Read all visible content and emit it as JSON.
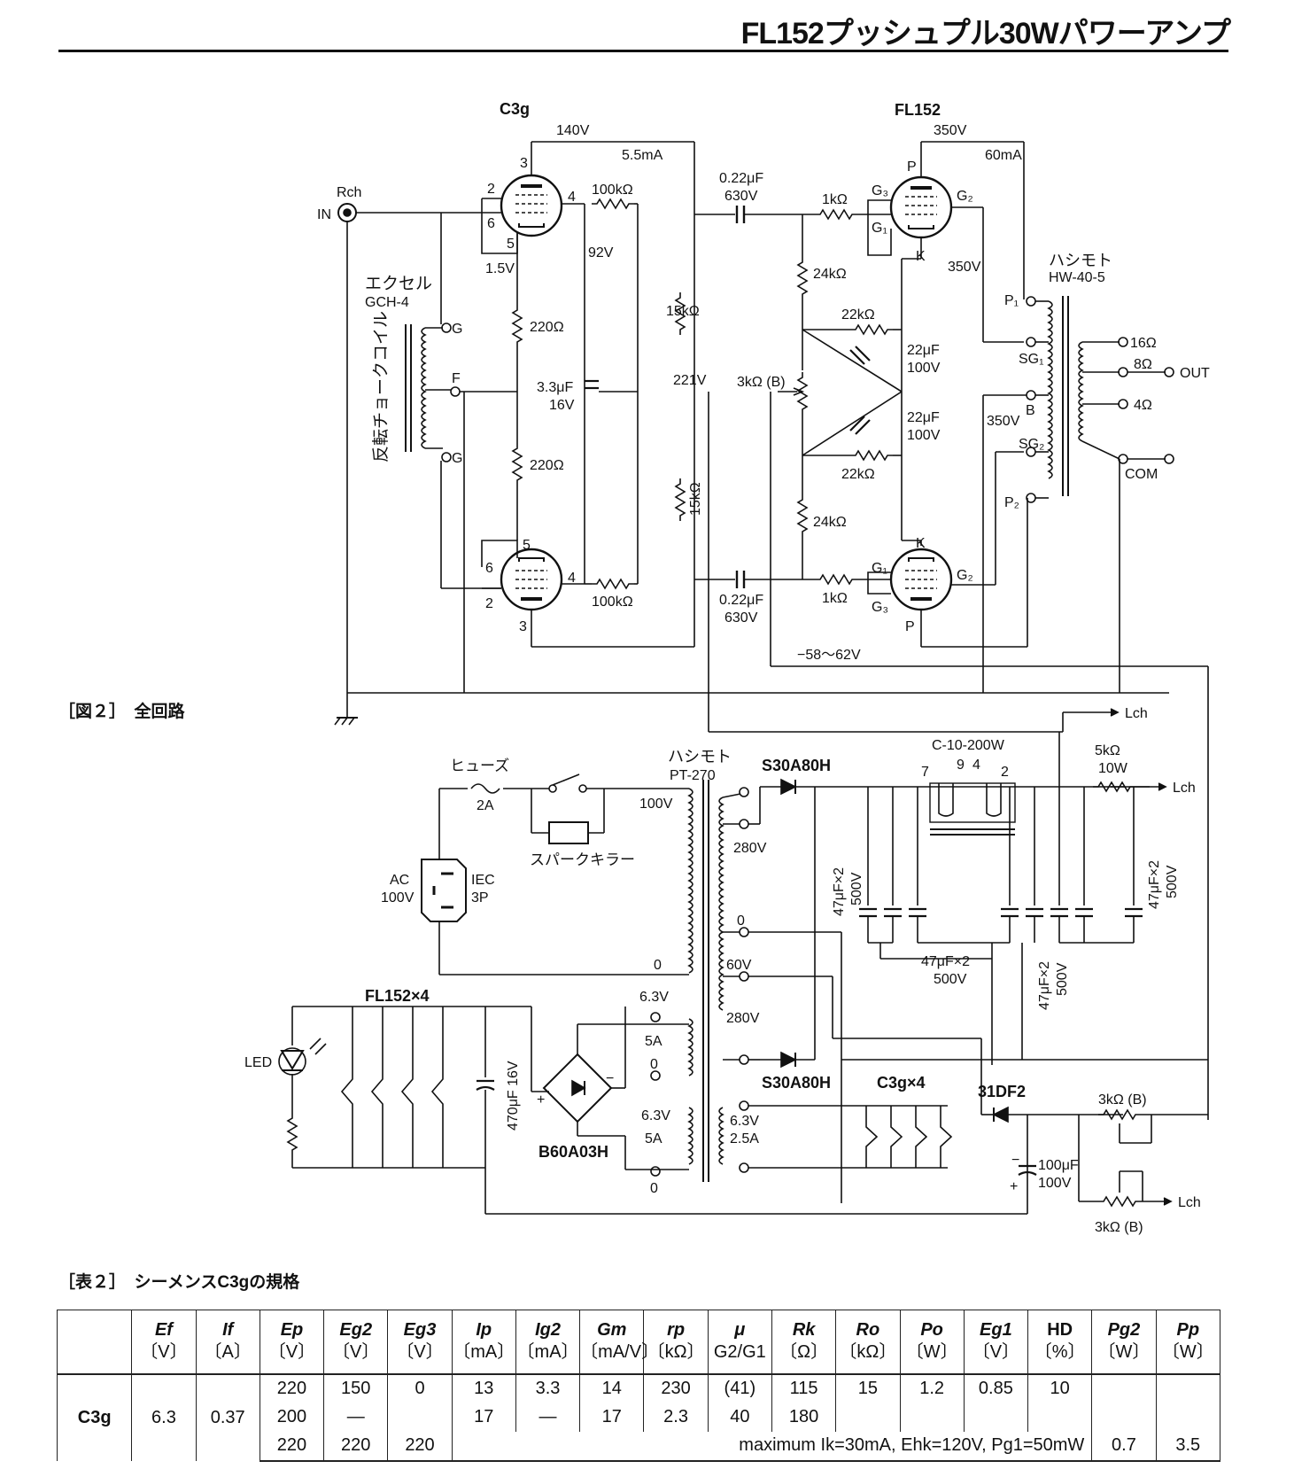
{
  "page": {
    "title": "FL152プッシュプル30Wパワーアンプ",
    "figure_caption": "［図２］　全回路",
    "table_caption": "［表２］　シーメンスC3gの規格"
  },
  "amp": {
    "tubes": {
      "c3g": "C3g",
      "fl152": "FL152"
    },
    "pins": {
      "p3": "3",
      "p2": "2",
      "p6": "6",
      "p4": "4",
      "p5": "5",
      "p": "P",
      "k": "K",
      "g1": "G₁",
      "g2": "G₂",
      "g3": "G₃"
    },
    "input": {
      "rch": "Rch",
      "in": "IN"
    },
    "choke": {
      "maker": "エクセル",
      "model": "GCH-4",
      "name": "反転チョークコイル",
      "tap_g": "G",
      "tap_f": "F"
    },
    "voltages": {
      "v140": "140V",
      "i55": "5.5mA",
      "v92": "92V",
      "v15": "1.5V",
      "v221": "221V",
      "v350": "350V",
      "i60": "60mA",
      "bias": "−58〜62V"
    },
    "parts": {
      "r100k": "100kΩ",
      "r220": "220Ω",
      "c33u": "3.3μF",
      "v16": "16V",
      "r15k": "15kΩ",
      "c022": "0.22μF",
      "v630": "630V",
      "r1k": "1kΩ",
      "r24k": "24kΩ",
      "r22k": "22kΩ",
      "c22u": "22μF",
      "v100": "100V",
      "pot3k": "3kΩ (B)"
    },
    "opt": {
      "maker": "ハシモト",
      "model": "HW-40-5",
      "p1": "P₁",
      "sg1": "SG₁",
      "b": "B",
      "sg2": "SG₂",
      "p2": "P₂",
      "t16": "16Ω",
      "t8": "8Ω",
      "t4": "4Ω",
      "out": "OUT",
      "com": "COM"
    },
    "lch": "Lch"
  },
  "psu": {
    "fuse": "ヒューズ",
    "fuse_rating": "2A",
    "spark_killer": "スパークキラー",
    "ac": "AC",
    "ac_v": "100V",
    "iec": "IEC",
    "iec_3p": "3P",
    "pt_maker": "ハシモト",
    "pt_model": "PT-270",
    "pri_100v": "100V",
    "pri_0": "0",
    "sec_280v": "280V",
    "sec_0": "0",
    "sec_60v": "60V",
    "h_63v": "6.3V",
    "h_5a": "5A",
    "h_0": "0",
    "h_25a": "2.5A",
    "diode": "S30A80H",
    "choke": "C-10-200W",
    "choke_pins": {
      "p7": "7",
      "p9": "9",
      "p4": "4",
      "p2": "2"
    },
    "cap_47x2": "47μF×2",
    "cap_500v": "500V",
    "r5k": "5kΩ",
    "r10w": "10W",
    "led": "LED",
    "fl152x4": "FL152×4",
    "c3gx4": "C3g×4",
    "cap_470": "470μF 16V",
    "bridge": "B60A03H",
    "diode31": "31DF2",
    "cap_100": "100μF",
    "cap_100v": "100V",
    "pot3k": "3kΩ (B)",
    "lch": "Lch"
  },
  "spec_table": {
    "header": [
      {
        "sym": "",
        "unit": ""
      },
      {
        "sym": "Ef",
        "unit": "〔V〕"
      },
      {
        "sym": "If",
        "unit": "〔A〕"
      },
      {
        "sym": "Ep",
        "unit": "〔V〕"
      },
      {
        "sym": "Eg2",
        "unit": "〔V〕"
      },
      {
        "sym": "Eg3",
        "unit": "〔V〕"
      },
      {
        "sym": "Ip",
        "unit": "〔mA〕"
      },
      {
        "sym": "Ig2",
        "unit": "〔mA〕"
      },
      {
        "sym": "Gm",
        "unit": "〔mA/V〕"
      },
      {
        "sym": "rp",
        "unit": "〔kΩ〕"
      },
      {
        "sym": "μ",
        "unit": "G2/G1"
      },
      {
        "sym": "Rk",
        "unit": "〔Ω〕"
      },
      {
        "sym": "Ro",
        "unit": "〔kΩ〕"
      },
      {
        "sym": "Po",
        "unit": "〔W〕"
      },
      {
        "sym": "Eg1",
        "unit": "〔V〕"
      },
      {
        "sym": "HD",
        "unit": "〔%〕"
      },
      {
        "sym": "Pg2",
        "unit": "〔W〕"
      },
      {
        "sym": "Pp",
        "unit": "〔W〕"
      }
    ],
    "tube": "C3g",
    "ef": "6.3",
    "if": "0.37",
    "row1": [
      "220",
      "150",
      "0",
      "13",
      "3.3",
      "14",
      "230",
      "(41)",
      "115",
      "15",
      "1.2",
      "0.85",
      "10",
      "",
      ""
    ],
    "row2": [
      "200",
      "—",
      "",
      "17",
      "—",
      "17",
      "2.3",
      "40",
      "180",
      "",
      "",
      "",
      "",
      "",
      ""
    ],
    "row3_ep": "220",
    "row3_eg2": "220",
    "row3_eg3": "220",
    "maximum_note": "maximum  Ik=30mA,  Ehk=120V,  Pg1=50mW",
    "row3_pg2": "0.7",
    "row3_pp": "3.5"
  }
}
